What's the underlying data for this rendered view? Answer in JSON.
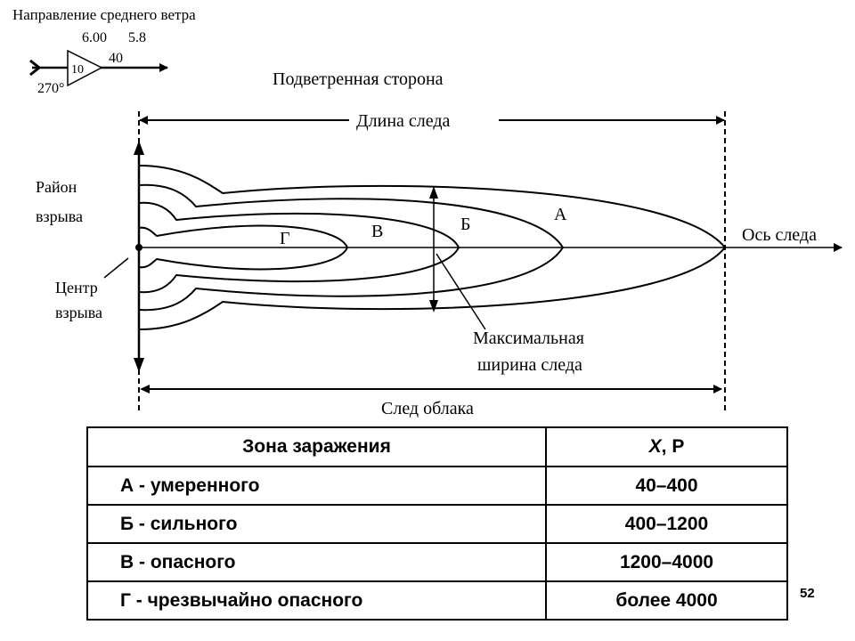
{
  "diagram": {
    "wind_direction_title": "Направление среднего ветра",
    "wind_time": "6.00",
    "wind_speed": "5.8",
    "wind_distance": "40",
    "wind_number": "10",
    "wind_azimuth": "270°",
    "leeward_side": "Подветренная  сторона",
    "trace_length": "Длина следа",
    "explosion_area": [
      "Район",
      "взрыва"
    ],
    "explosion_center": [
      "Центр",
      "взрыва"
    ],
    "trace_axis": "Ось следа",
    "max_width": [
      "Максимальная",
      "ширина следа"
    ],
    "cloud_trace": "След облака",
    "zone_letters": {
      "g": "Г",
      "v": "В",
      "b": "Б",
      "a": "А"
    }
  },
  "table": {
    "header": {
      "zone": "Зона заражения",
      "dose_x": "X",
      "dose_rest": ", Р"
    },
    "rows": [
      {
        "zone": "А - умеренного",
        "dose": "40–400"
      },
      {
        "zone": "Б - сильного",
        "dose": "400–1200"
      },
      {
        "zone": "В - опасного",
        "dose": "1200–4000"
      },
      {
        "zone": "Г - чрезвычайно опасного",
        "dose": "более 4000"
      }
    ]
  },
  "page_number": "52"
}
